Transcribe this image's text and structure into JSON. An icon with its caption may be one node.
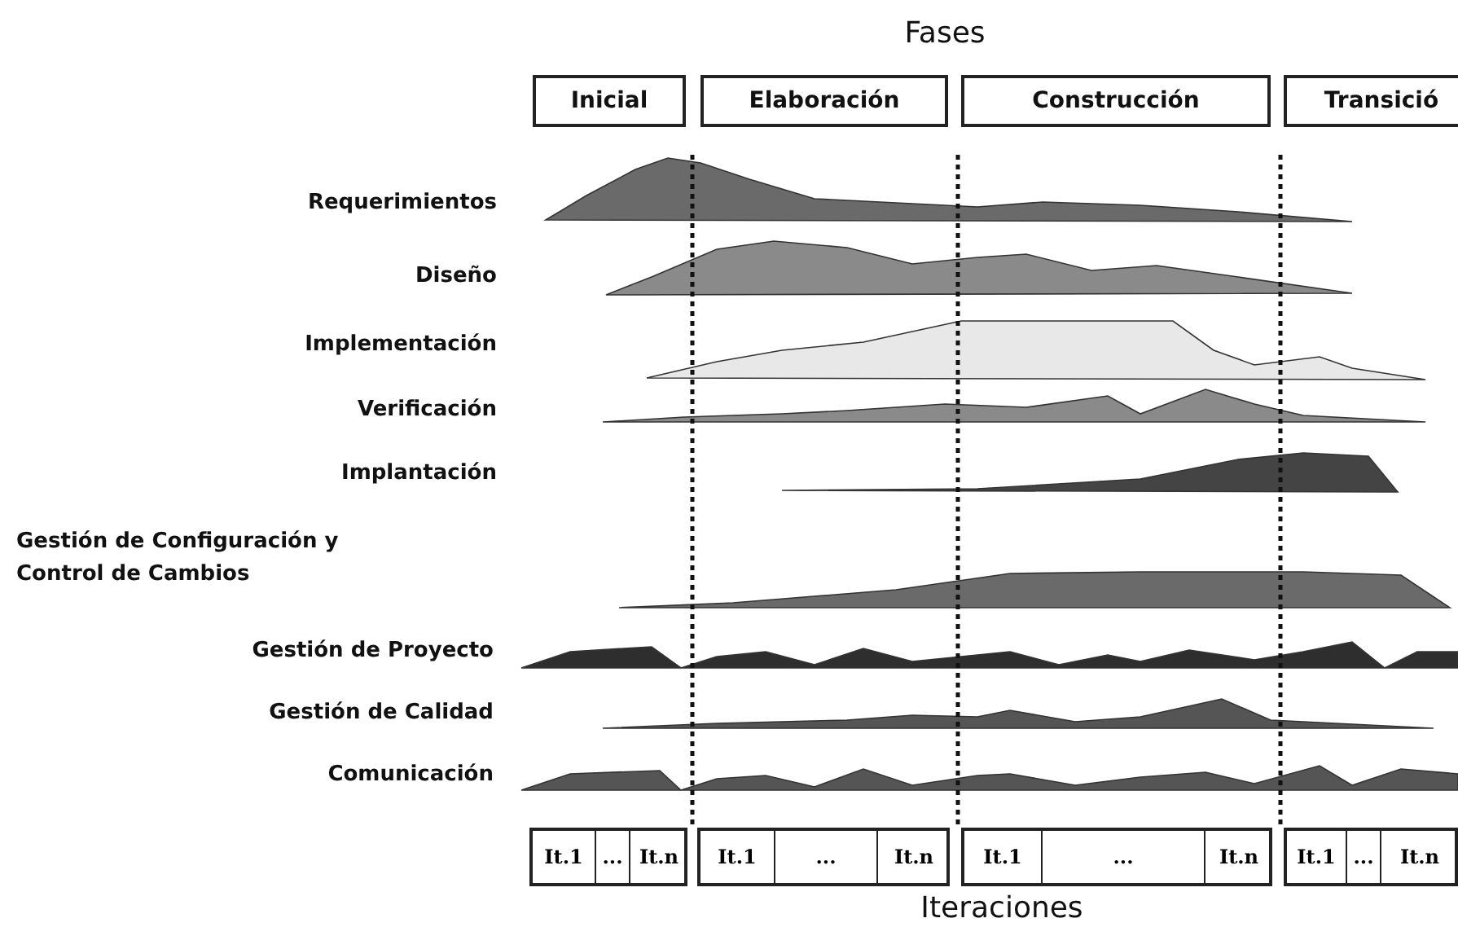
{
  "diagram": {
    "nodes": [
      {
        "text": [
          "Inicial"
        ]
      },
      {
        "text": [
          "Elaboración"
        ]
      },
      {
        "text": [
          "Construcción"
        ]
      },
      {
        "text": [
          "Transició"
        ]
      },
      {
        "text": [],
        "shape": "box"
      },
      {
        "text": [
          "It.1"
        ],
        "in": 4
      },
      {
        "text": [
          "..."
        ],
        "in": 4
      },
      {
        "text": [
          "It.n"
        ],
        "in": 4
      },
      {
        "text": [],
        "shape": "box"
      },
      {
        "text": [
          "It.1"
        ],
        "in": 8
      },
      {
        "text": [
          "..."
        ],
        "in": 8
      },
      {
        "text": [
          "It.n"
        ],
        "in": 8
      },
      {
        "text": [],
        "shape": "box"
      },
      {
        "text": [
          "It.1"
        ],
        "in": 12
      },
      {
        "text": [
          "..."
        ],
        "in": 12
      },
      {
        "text": [
          "It.n"
        ],
        "in": 12
      },
      {
        "text": [],
        "shape": "box"
      },
      {
        "text": [
          "It.1"
        ],
        "in": 16
      },
      {
        "text": [
          "..."
        ],
        "in": 16
      },
      {
        "text": [
          "It.n"
        ],
        "in": 16
      }
    ],
    "edges": [],
    "labels": [
      "Fases",
      "Requerimientos",
      "Diseño",
      "Implementación",
      "Verificación",
      "Implantación",
      "Gestión de Configuración y Control de Cambios",
      "Gestión de Proyecto",
      "Gestión de Calidad",
      "Comunicación",
      "Iteraciones"
    ]
  }
}
